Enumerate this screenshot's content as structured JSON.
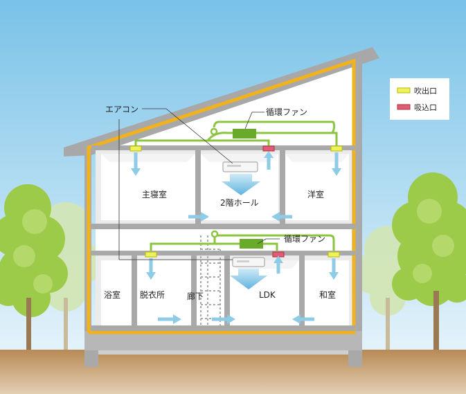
{
  "labels": {
    "aircon": "エアコン",
    "fan_upper": "循環ファン",
    "fan_lower": "循環ファン",
    "master_bedroom": "主寝室",
    "hall_2f": "2階ホール",
    "western_room": "洋室",
    "bathroom": "浴室",
    "dressing_room": "脱衣所",
    "hallway": "廊下",
    "ldk": "LDK",
    "japanese_room": "和室"
  },
  "legend": {
    "outlet": "吹出口",
    "inlet": "吸込口"
  },
  "colors": {
    "sky_top": "#7fc4e8",
    "sky_bottom": "#d6edf7",
    "ground": "#c59b6a",
    "wall_gray": "#a9a9a9",
    "insulation": "#f2b21c",
    "duct_green": "#8bc53f",
    "fan_green": "#6aaa2a",
    "outlet_yellow": "#eef25a",
    "inlet_pink": "#e25a78",
    "arrow_blue": "#8ecbe6"
  }
}
